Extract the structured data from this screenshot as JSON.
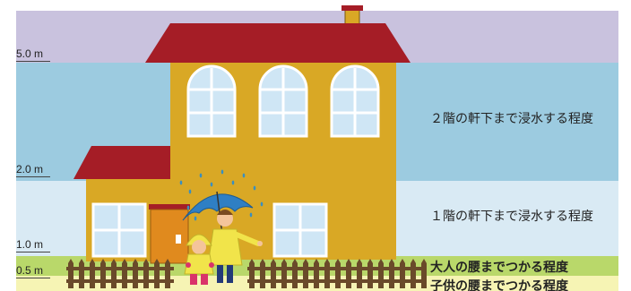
{
  "depth_labels": {
    "level_5_0": "5.0 m",
    "level_2_0": "2.0 m",
    "level_1_0": "1.0 m",
    "level_0_5": "0.5 m"
  },
  "band_descriptions": {
    "second_floor": "２階の軒下まで浸水する程度",
    "first_floor": "１階の軒下まで浸水する程度",
    "adult_waist": "大人の腰までつかる程度",
    "child_waist": "子供の腰までつかる程度"
  },
  "colors": {
    "above_5m": "#c9c2de",
    "2m_to_5m": "#9ccbe0",
    "1m_to_2m": "#d9eaf4",
    "0_5m_to_1m": "#b9d86a",
    "below_0_5m": "#f6f4b4",
    "house_wall": "#d9a825",
    "roof": "#a51d26",
    "window": "#cfe6f5",
    "fence": "#6a4a2a"
  }
}
